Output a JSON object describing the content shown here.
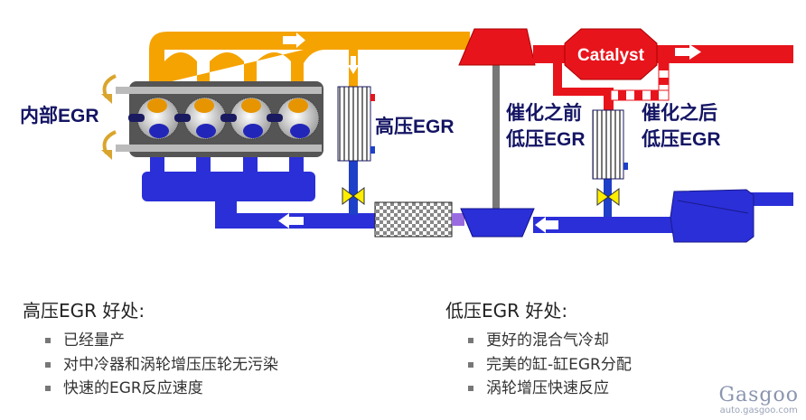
{
  "diagram": {
    "catalyst_label": "Catalyst",
    "internal_egr_label": "内部EGR",
    "hp_egr_label": "高压EGR",
    "pre_cat_lp_egr_label": [
      "催化之前",
      "低压EGR"
    ],
    "post_cat_lp_egr_label": [
      "催化之后",
      "低压EGR"
    ],
    "colors": {
      "exhaust_hot": "#F5A300",
      "exhaust_red": "#E8141C",
      "intake_blue": "#2B2FD8",
      "engine_grey": "#5A5A5A",
      "label_navy": "#141464"
    }
  },
  "hp_benefits": {
    "title": "高压EGR 好处:",
    "items": [
      "已经量产",
      "对中冷器和涡轮增压压轮无污染",
      "快速的EGR反应速度"
    ]
  },
  "lp_benefits": {
    "title": "低压EGR 好处:",
    "items": [
      "更好的混合气冷却",
      "完美的缸-缸EGR分配",
      "涡轮增压快速反应"
    ]
  },
  "watermark": {
    "logo": "Gasgoo",
    "url": "auto.gasgoo.com"
  }
}
